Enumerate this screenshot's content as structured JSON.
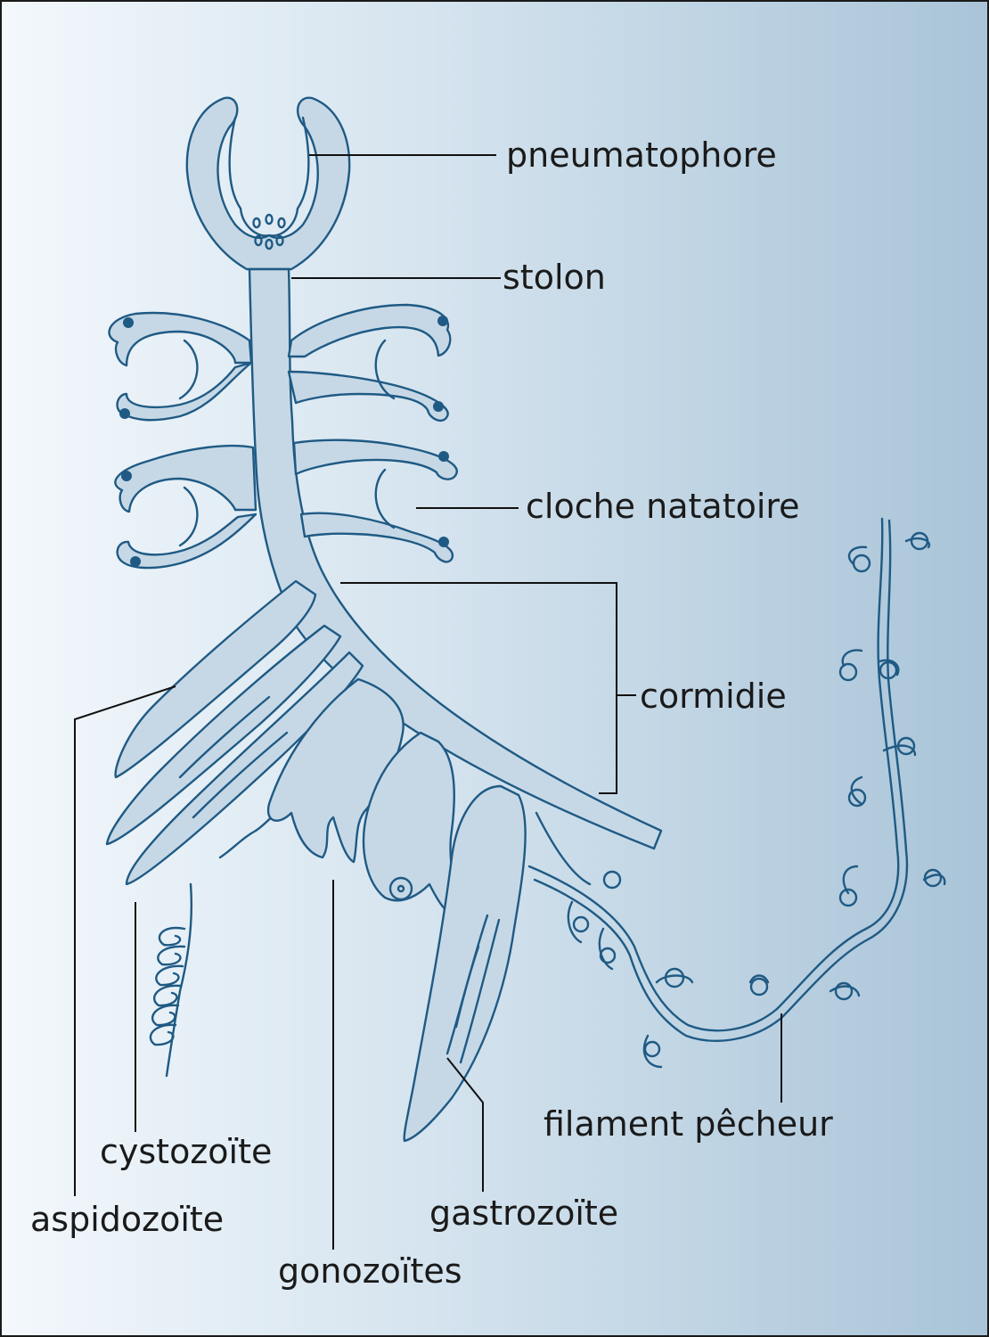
{
  "labels": {
    "pneumatophore": "pneumatophore",
    "stolon": "stolon",
    "cloche_natatoire": "cloche natatoire",
    "cormidie": "cormidie",
    "cystozoite": "cystozoïte",
    "aspidozoite": "aspidozoïte",
    "gonozoites": "gonozoïtes",
    "gastrozoite": "gastrozoïte",
    "filament_pecheur": "filament pêcheur"
  },
  "colors": {
    "outline": "#1f5a84",
    "fill": "#c6d8e6",
    "background_left": "#f3f8fc",
    "background_right": "#a9c4d8",
    "text": "#1a1a1a"
  }
}
